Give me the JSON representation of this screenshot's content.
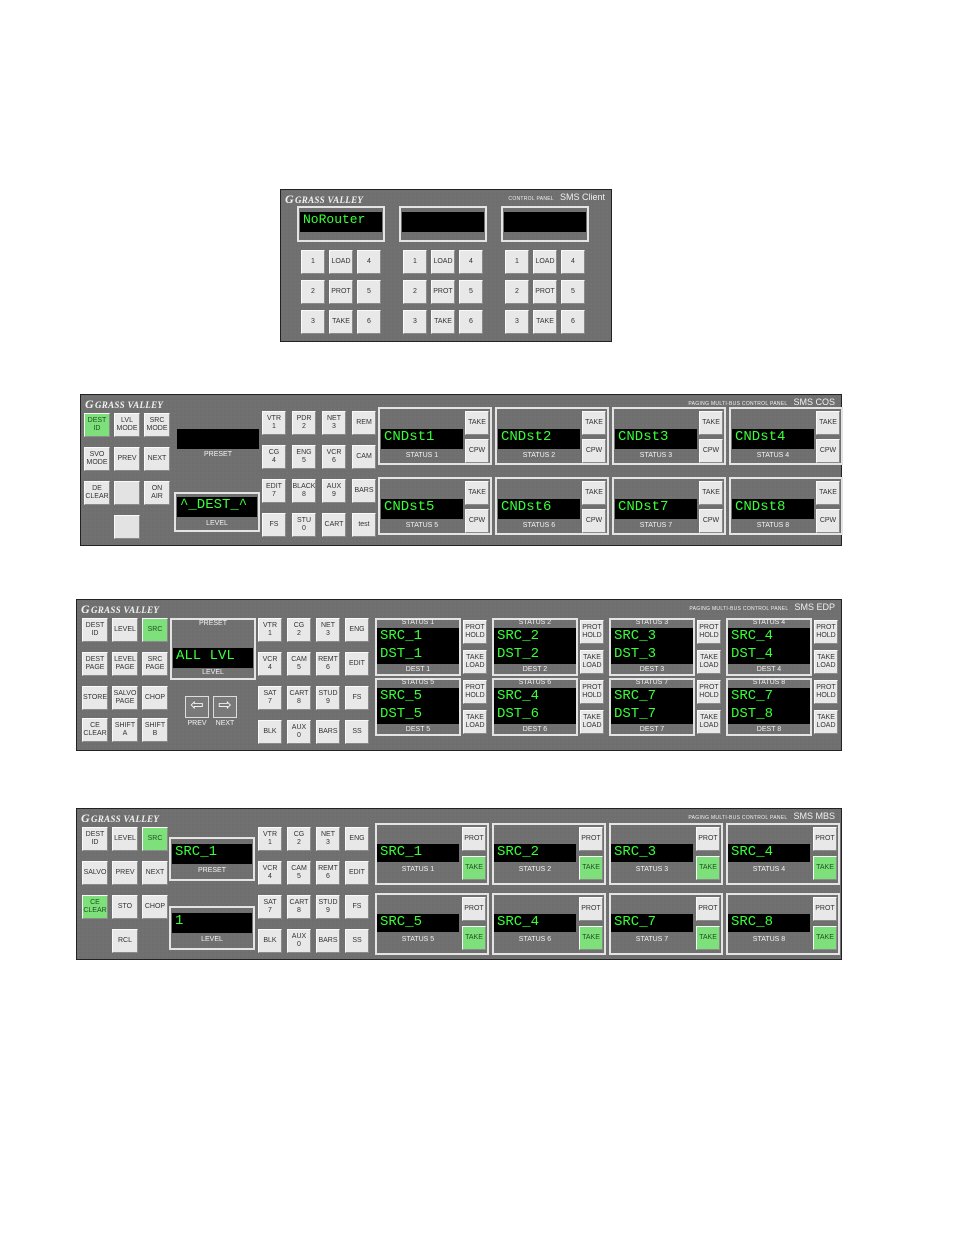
{
  "brand": "GRASS VALLEY",
  "client": {
    "title_small": "CONTROL PANEL",
    "title_big": "SMS Client",
    "displays": [
      "NoRouter",
      "",
      ""
    ],
    "keypad": [
      "1",
      "LOAD",
      "4",
      "2",
      "PROT",
      "5",
      "3",
      "TAKE",
      "6"
    ]
  },
  "cos": {
    "title_small": "PAGING MULTI-BUS CONTROL PANEL",
    "title_big": "SMS COS",
    "left_buttons": [
      {
        "label": "DEST\nID",
        "green": true
      },
      {
        "label": "LVL\nMODE"
      },
      {
        "label": "SRC\nMODE"
      },
      {
        "label": "SVO\nMODE"
      },
      {
        "label": "PREV"
      },
      {
        "label": "NEXT"
      },
      {
        "label": "DE\nCLEAR"
      },
      {
        "label": ""
      },
      {
        "label": "ON\nAIR"
      },
      {
        "label": ""
      }
    ],
    "preset_value": "",
    "preset_label": "PRESET",
    "level_value": "^_DEST_^",
    "level_label": "LEVEL",
    "keypad": [
      "VTR\n1",
      "PDR\n2",
      "NET\n3",
      "REM",
      "CG\n4",
      "ENG\n5",
      "VCR\n6",
      "CAM",
      "EDIT\n7",
      "BLACK\n8",
      "AUX\n9",
      "BARS",
      "FS",
      "STU\n0",
      "CART",
      "test"
    ],
    "dests": [
      {
        "name": "CNDst1",
        "status": "STATUS 1"
      },
      {
        "name": "CNDst2",
        "status": "STATUS 2"
      },
      {
        "name": "CNDst3",
        "status": "STATUS 3"
      },
      {
        "name": "CNDst4",
        "status": "STATUS 4"
      },
      {
        "name": "CNDst5",
        "status": "STATUS 5"
      },
      {
        "name": "CNDst6",
        "status": "STATUS 6"
      },
      {
        "name": "CNDst7",
        "status": "STATUS 7"
      },
      {
        "name": "CNDst8",
        "status": "STATUS 8"
      }
    ],
    "take": "TAKE",
    "cpw": "CPW"
  },
  "edp": {
    "title_small": "PAGING MULTI-BUS CONTROL PANEL",
    "title_big": "SMS EDP",
    "left_buttons": [
      {
        "label": "DEST\nID"
      },
      {
        "label": "LEVEL"
      },
      {
        "label": "SRC",
        "green": true
      },
      {
        "label": "DEST\nPAGE"
      },
      {
        "label": "LEVEL\nPAGE"
      },
      {
        "label": "SRC\nPAGE"
      },
      {
        "label": "STORE"
      },
      {
        "label": "SALVO\nPAGE"
      },
      {
        "label": "CHOP"
      },
      {
        "label": "CE\nCLEAR"
      },
      {
        "label": "SHIFT\nA"
      },
      {
        "label": "SHIFT\nB"
      }
    ],
    "preset_label": "PRESET",
    "level_value": "ALL LVL",
    "level_label": "LEVEL",
    "prev": "PREV",
    "next": "NEXT",
    "keypad": [
      "VTR\n1",
      "CG\n2",
      "NET\n3",
      "ENG",
      "VCR\n4",
      "CAM\n5",
      "REMT\n6",
      "EDIT",
      "SAT\n7",
      "CART\n8",
      "STUD\n9",
      "FS",
      "BLK",
      "AUX\n0",
      "BARS",
      "SS"
    ],
    "cells": [
      {
        "status": "STATUS 1",
        "src": "SRC_1",
        "dst": "DST_1",
        "dest": "DEST 1"
      },
      {
        "status": "STATUS 2",
        "src": "SRC_2",
        "dst": "DST_2",
        "dest": "DEST 2"
      },
      {
        "status": "STATUS 3",
        "src": "SRC_3",
        "dst": "DST_3",
        "dest": "DEST 3"
      },
      {
        "status": "STATUS 4",
        "src": "SRC_4",
        "dst": "DST_4",
        "dest": "DEST 4"
      },
      {
        "status": "STATUS 5",
        "src": "SRC_5",
        "dst": "DST_5",
        "dest": "DEST 5"
      },
      {
        "status": "STATUS 6",
        "src": "SRC_4",
        "dst": "DST_6",
        "dest": "DEST 6"
      },
      {
        "status": "STATUS 7",
        "src": "SRC_7",
        "dst": "DST_7",
        "dest": "DEST 7"
      },
      {
        "status": "STATUS 8",
        "src": "SRC_7",
        "dst": "DST_8",
        "dest": "DEST 8"
      }
    ],
    "prot_hold": "PROT\nHOLD",
    "take_load": "TAKE\nLOAD"
  },
  "mbs": {
    "title_small": "PAGING MULTI-BUS CONTROL PANEL",
    "title_big": "SMS MBS",
    "left_buttons": [
      {
        "label": "DEST\nID"
      },
      {
        "label": "LEVEL"
      },
      {
        "label": "SRC",
        "green": true
      },
      {
        "label": "SALVO"
      },
      {
        "label": "PREV"
      },
      {
        "label": "NEXT"
      },
      {
        "label": "CE\nCLEAR",
        "green": true
      },
      {
        "label": "STO"
      },
      {
        "label": "CHOP"
      },
      {
        "label": "RCL"
      }
    ],
    "preset_value": "SRC_1",
    "preset_label": "PRESET",
    "level_value": "1",
    "level_label": "LEVEL",
    "keypad": [
      "VTR\n1",
      "CG\n2",
      "NET\n3",
      "ENG",
      "VCR\n4",
      "CAM\n5",
      "REMT\n6",
      "EDIT",
      "SAT\n7",
      "CART\n8",
      "STUD\n9",
      "FS",
      "BLK",
      "AUX\n0",
      "BARS",
      "SS"
    ],
    "cells": [
      {
        "name": "SRC_1",
        "status": "STATUS 1"
      },
      {
        "name": "SRC_2",
        "status": "STATUS 2"
      },
      {
        "name": "SRC_3",
        "status": "STATUS 3"
      },
      {
        "name": "SRC_4",
        "status": "STATUS 4"
      },
      {
        "name": "SRC_5",
        "status": "STATUS 5"
      },
      {
        "name": "SRC_4",
        "status": "STATUS 6"
      },
      {
        "name": "SRC_7",
        "status": "STATUS 7"
      },
      {
        "name": "SRC_8",
        "status": "STATUS 8"
      }
    ],
    "prot": "PROT",
    "take": "TAKE"
  }
}
